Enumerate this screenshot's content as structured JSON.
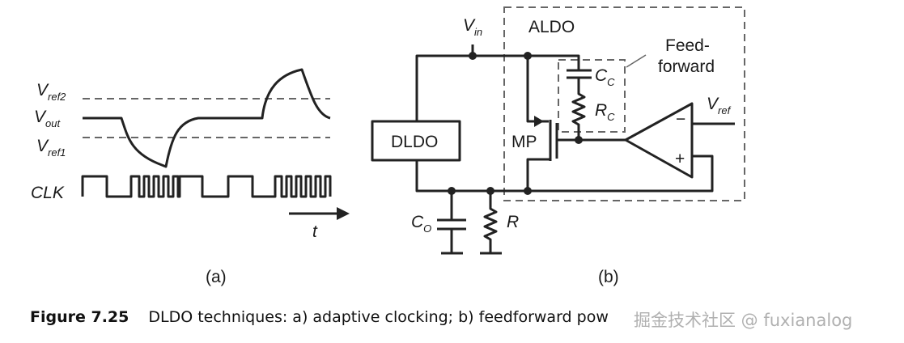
{
  "panel_a": {
    "labels": {
      "vref2": "V",
      "vref2_sub": "ref2",
      "vout": "V",
      "vout_sub": "out",
      "vref1": "V",
      "vref1_sub": "ref1",
      "clk": "CLK",
      "time": "t"
    },
    "tag": "(a)"
  },
  "panel_b": {
    "labels": {
      "vin": "V",
      "vin_sub": "in",
      "aldo": "ALDO",
      "feed1": "Feed-",
      "feed2": "forward",
      "cc": "C",
      "cc_sub": "C",
      "rc": "R",
      "rc_sub": "C",
      "vref": "V",
      "vref_sub": "ref",
      "minus": "−",
      "plus": "+",
      "dldo": "DLDO",
      "mp": "MP",
      "co": "C",
      "co_sub": "O",
      "r": "R"
    },
    "tag": "(b)"
  },
  "caption": {
    "figure": "Figure 7.25",
    "text": "DLDO techniques: a) adaptive clocking; b) feedforward pow"
  },
  "watermark": "掘金技术社区 @ fuxianalog"
}
